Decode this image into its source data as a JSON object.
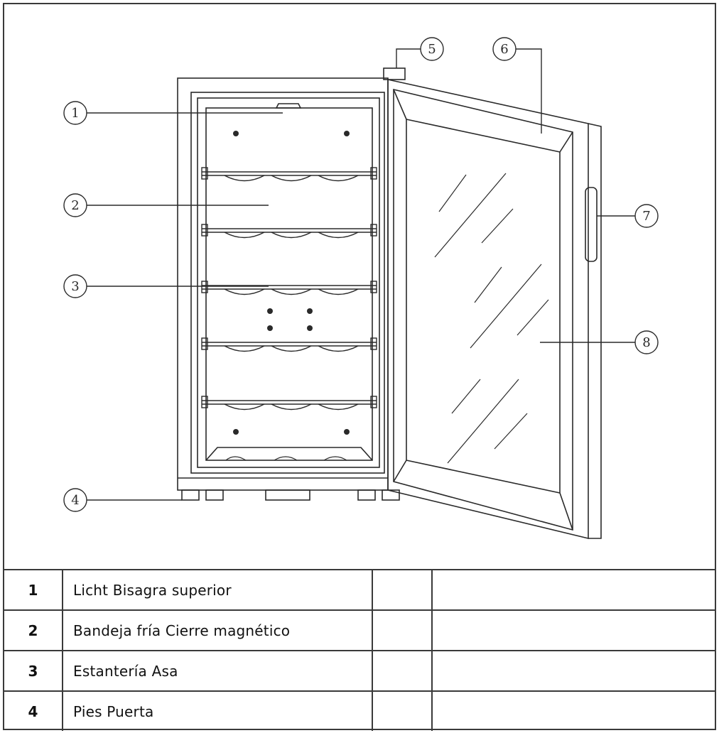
{
  "callouts": [
    {
      "number": "1",
      "part": "top-light"
    },
    {
      "number": "2",
      "part": "cold-tray"
    },
    {
      "number": "3",
      "part": "shelf"
    },
    {
      "number": "4",
      "part": "feet"
    },
    {
      "number": "5",
      "part": "top-hinge"
    },
    {
      "number": "6",
      "part": "magnetic-seal"
    },
    {
      "number": "7",
      "part": "handle"
    },
    {
      "number": "8",
      "part": "door"
    }
  ],
  "parts_table": {
    "rows": [
      {
        "number": "1",
        "description": "Licht Bisagra superior"
      },
      {
        "number": "2",
        "description": "Bandeja fría Cierre magnético"
      },
      {
        "number": "3",
        "description": "Estantería Asa"
      },
      {
        "number": "4",
        "description": "Pies Puerta"
      }
    ]
  },
  "colors": {
    "line": "#2a2a2a",
    "border": "#3a3a3a",
    "background": "#ffffff"
  }
}
